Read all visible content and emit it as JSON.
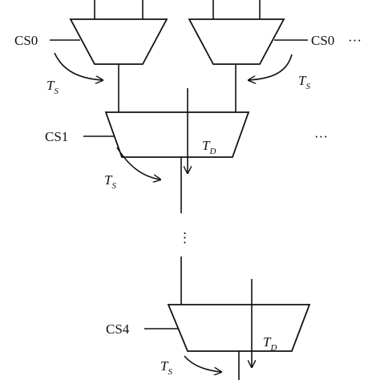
{
  "diagram": {
    "labels": {
      "cs0_left": "CS0",
      "cs0_right": "CS0",
      "cs0_right_dots": "···",
      "cs1": "CS1",
      "cs1_dots": "···",
      "cs4": "CS4",
      "vdots": "⋮"
    },
    "delays": {
      "ts_main": "T",
      "ts_sub": "S",
      "td_main": "T",
      "td_sub": "D"
    }
  }
}
